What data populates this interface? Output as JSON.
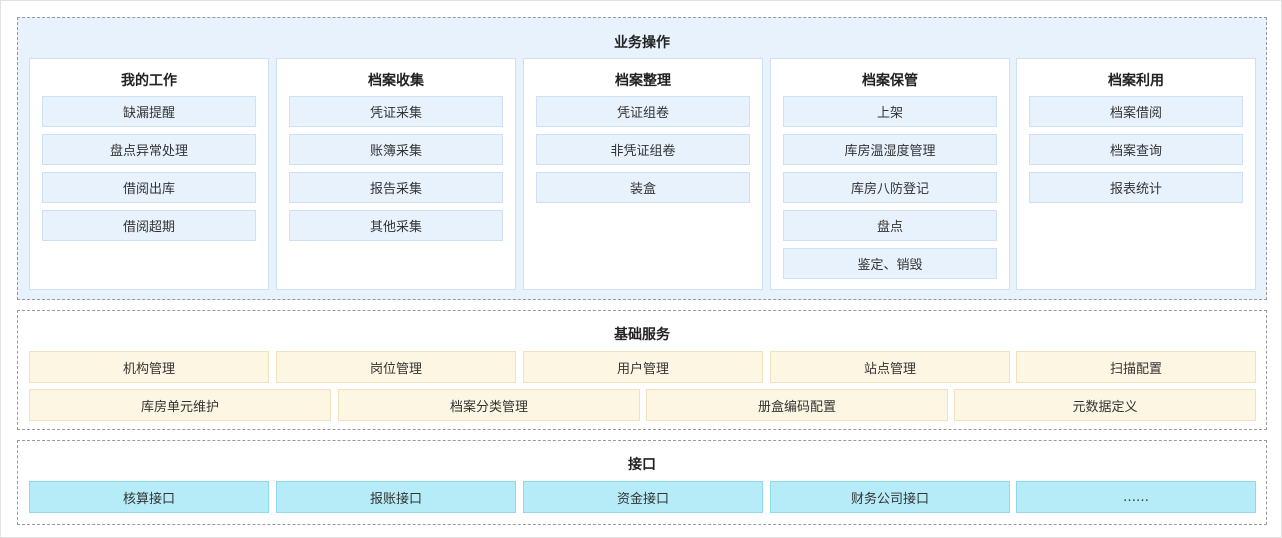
{
  "business": {
    "title": "业务操作",
    "columns": [
      {
        "title": "我的工作",
        "items": [
          "缺漏提醒",
          "盘点异常处理",
          "借阅出库",
          "借阅超期"
        ]
      },
      {
        "title": "档案收集",
        "items": [
          "凭证采集",
          "账簿采集",
          "报告采集",
          "其他采集"
        ]
      },
      {
        "title": "档案整理",
        "items": [
          "凭证组卷",
          "非凭证组卷",
          "装盒"
        ]
      },
      {
        "title": "档案保管",
        "items": [
          "上架",
          "库房温湿度管理",
          "库房八防登记",
          "盘点",
          "鉴定、销毁"
        ]
      },
      {
        "title": "档案利用",
        "items": [
          "档案借阅",
          "档案查询",
          "报表统计"
        ]
      }
    ]
  },
  "base_services": {
    "title": "基础服务",
    "row1": [
      "机构管理",
      "岗位管理",
      "用户管理",
      "站点管理",
      "扫描配置"
    ],
    "row2": [
      "库房单元维护",
      "档案分类管理",
      "册盒编码配置",
      "元数据定义"
    ]
  },
  "interfaces": {
    "title": "接口",
    "items": [
      "核算接口",
      "报账接口",
      "资金接口",
      "财务公司接口",
      "……"
    ]
  },
  "colors": {
    "business_bg": "#e8f2fd",
    "business_item": "#e8f2fd",
    "base_item": "#fdf6e3",
    "api_item": "#b6ecf7"
  }
}
